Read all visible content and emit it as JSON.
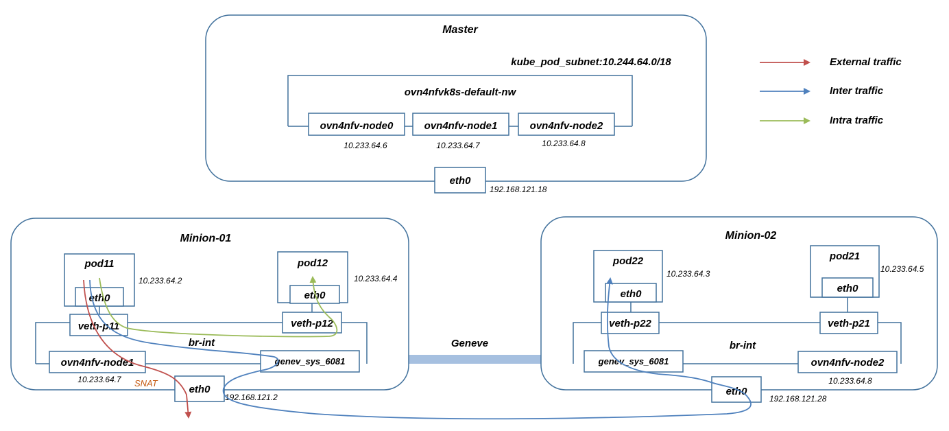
{
  "master": {
    "title": "Master",
    "subnet_label": "kube_pod_subnet:10.244.64.0/18",
    "network_name": "ovn4nfvk8s-default-nw",
    "nodes": [
      {
        "label": "ovn4nfv-node0",
        "ip": "10.233.64.6"
      },
      {
        "label": "ovn4nfv-node1",
        "ip": "10.233.64.7"
      },
      {
        "label": "ovn4nfv-node2",
        "ip": "10.233.64.8"
      }
    ],
    "eth0_label": "eth0",
    "eth0_ip": "192.168.121.18"
  },
  "legend": {
    "items": [
      {
        "label": "External traffic",
        "color": "#c0504d"
      },
      {
        "label": "Inter traffic",
        "color": "#4f81bd"
      },
      {
        "label": "Intra traffic",
        "color": "#9bbb59"
      }
    ]
  },
  "minion1": {
    "title": "Minion-01",
    "pod11": {
      "label": "pod11",
      "eth_label": "eth0",
      "ip": "10.233.64.2"
    },
    "pod12": {
      "label": "pod12",
      "eth_label": "eth0",
      "ip": "10.233.64.4"
    },
    "veth_p11": "veth-p11",
    "veth_p12": "veth-p12",
    "br_int": "br-int",
    "node_port": "ovn4nfv-node1",
    "node_ip": "10.233.64.7",
    "geneve_port": "genev_sys_6081",
    "eth0_label": "eth0",
    "eth0_ip": "192.168.121.2",
    "snat_label": "SNAT"
  },
  "geneve_label": "Geneve",
  "minion2": {
    "title": "Minion-02",
    "pod22": {
      "label": "pod22",
      "eth_label": "eth0",
      "ip": "10.233.64.3"
    },
    "pod21": {
      "label": "pod21",
      "eth_label": "eth0",
      "ip": "10.233.64.5"
    },
    "veth_p22": "veth-p22",
    "veth_p21": "veth-p21",
    "br_int": "br-int",
    "geneve_port": "genev_sys_6081",
    "node_port": "ovn4nfv-node2",
    "node_ip": "10.233.64.8",
    "eth0_label": "eth0",
    "eth0_ip": "192.168.121.28"
  },
  "colors": {
    "box_stroke": "#41719c",
    "geneve_tunnel": "#a6c0e0",
    "snat_text": "#c55a11"
  }
}
